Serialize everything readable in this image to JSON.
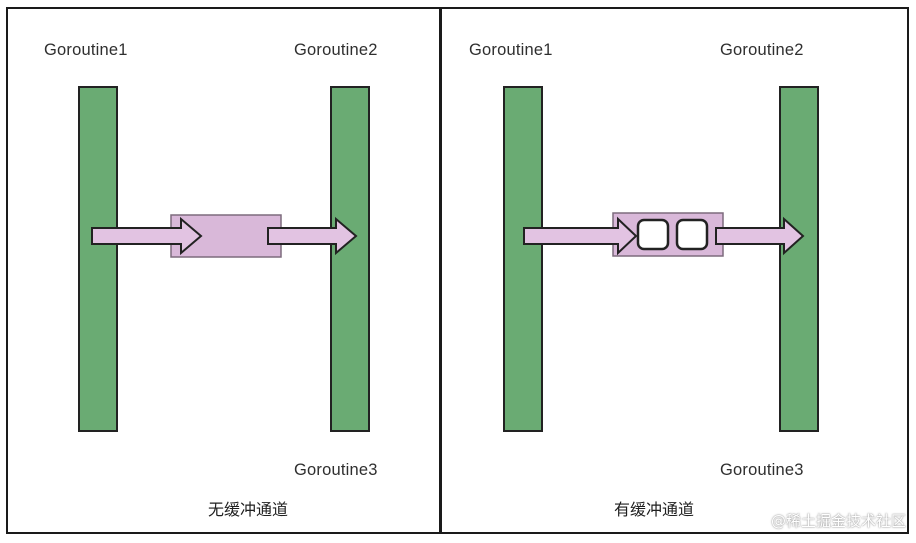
{
  "left_panel": {
    "goroutine1_label": "Goroutine1",
    "goroutine2_label": "Goroutine2",
    "goroutine3_label": "Goroutine3",
    "caption": "无缓冲通道"
  },
  "right_panel": {
    "goroutine1_label": "Goroutine1",
    "goroutine2_label": "Goroutine2",
    "goroutine3_label": "Goroutine3",
    "caption": "有缓冲通道"
  },
  "watermark_text": "@稀土掘金技术社区",
  "colors": {
    "goroutine_bar": "#6aab73",
    "channel_fill": "#d9b8d9",
    "arrow_fill": "#e2c3e2",
    "outline": "#222222"
  }
}
